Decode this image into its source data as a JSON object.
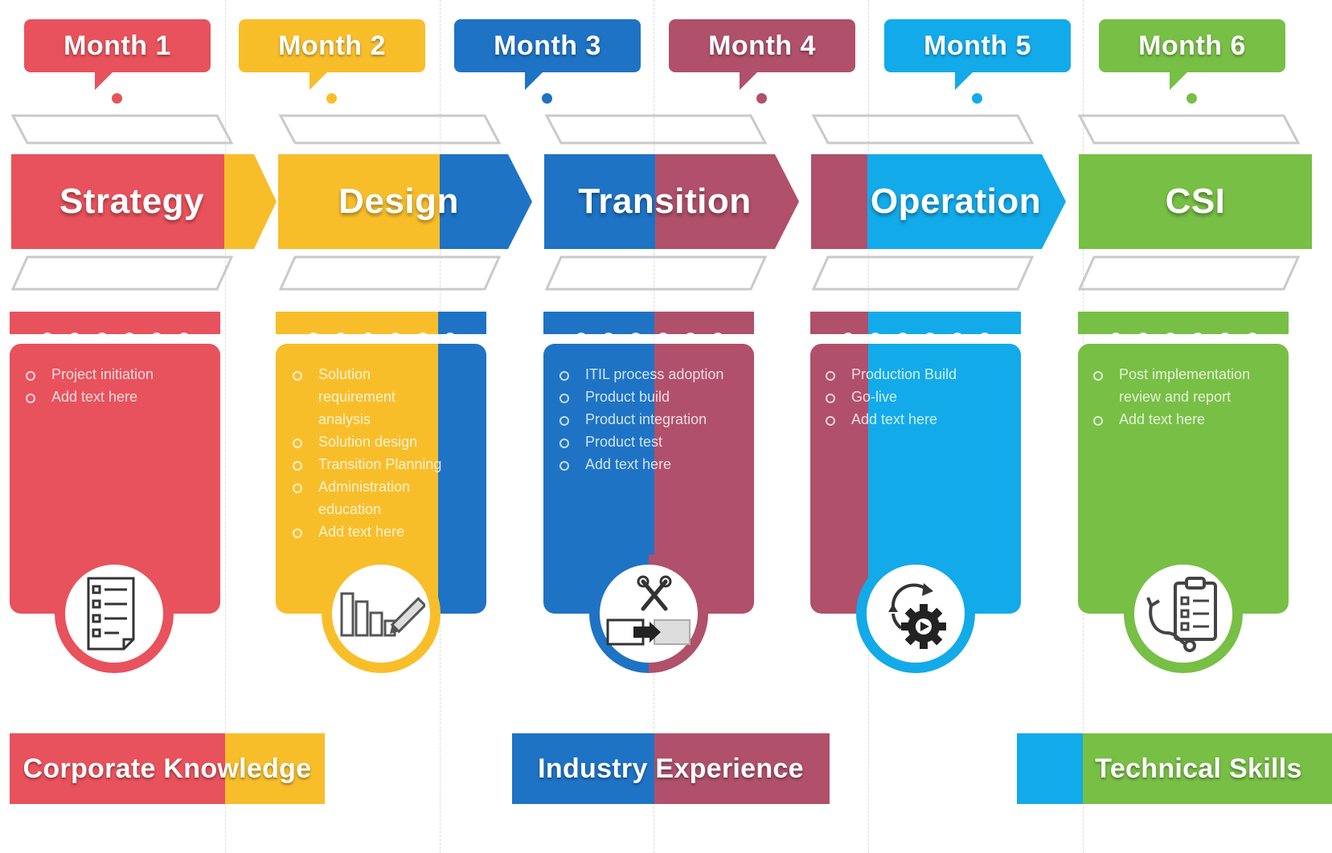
{
  "colors": {
    "red": "#e8525c",
    "yellow": "#f8be2a",
    "blue": "#1e73c5",
    "maroon": "#b0506a",
    "cyan": "#13aae9",
    "green": "#78bf45",
    "gray": "#c9c9cf"
  },
  "months": [
    {
      "label": "Month 1"
    },
    {
      "label": "Month 2"
    },
    {
      "label": "Month 3"
    },
    {
      "label": "Month 4"
    },
    {
      "label": "Month 5"
    },
    {
      "label": "Month 6"
    }
  ],
  "phases": [
    {
      "label": "Strategy"
    },
    {
      "label": "Design"
    },
    {
      "label": "Transition"
    },
    {
      "label": "Operation"
    },
    {
      "label": "CSI"
    }
  ],
  "cards": [
    {
      "icon": "checklist-document-icon",
      "bullets": [
        "Project initiation",
        "Add text here"
      ]
    },
    {
      "icon": "bar-chart-pencil-icon",
      "bullets": [
        "Solution requirement analysis",
        "Solution design",
        "Transition Planning",
        "Administration education",
        "Add text here"
      ]
    },
    {
      "icon": "tools-transfer-icon",
      "bullets": [
        "ITIL process adoption",
        "Product build",
        "Product integration",
        "Product test",
        "Add text here"
      ]
    },
    {
      "icon": "gear-cycle-icon",
      "bullets": [
        "Production Build",
        "Go-live",
        "Add text here"
      ]
    },
    {
      "icon": "clipboard-stethoscope-icon",
      "bullets": [
        "Post implementation review and report",
        "Add text here"
      ]
    }
  ],
  "bottom_bars": [
    {
      "label": "Corporate Knowledge"
    },
    {
      "label": "Industry Experience"
    },
    {
      "label": "Technical Skills"
    }
  ]
}
